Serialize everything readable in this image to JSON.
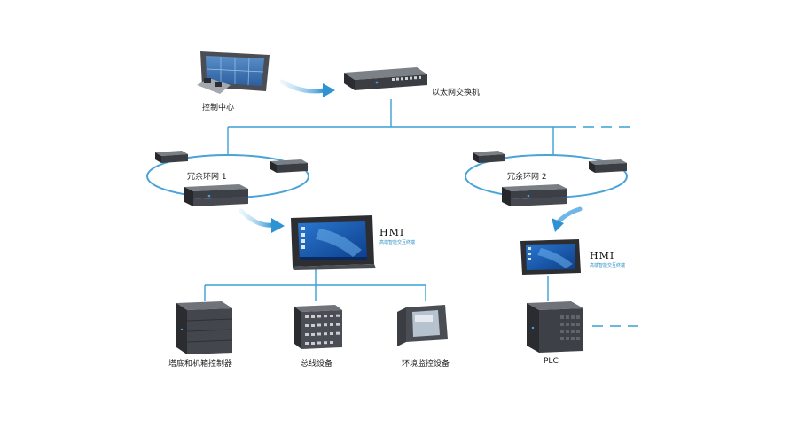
{
  "labels": {
    "control_center": "控制中心",
    "ethernet_switch": "以太网交换机",
    "ring1": "冗余环网 1",
    "ring2": "冗余环网 2",
    "hmi1_title": "HMI",
    "hmi1_sub": "高端智能交互终端",
    "hmi2_title": "HMI",
    "hmi2_sub": "高端智能交互终端",
    "chassis_controller": "塔底和机箱控制器",
    "bus_device": "总线设备",
    "env_monitor": "环境监控设备",
    "plc": "PLC"
  },
  "colors": {
    "line": "#3a9fd6",
    "device_dark": "#3d4046",
    "device_mid": "#565a61",
    "screen_blue": "#1c5fb4",
    "ring": "#4aa3d8"
  },
  "icons": {
    "control_center": "video-wall-icon",
    "switch": "ethernet-switch-icon",
    "hmi": "hmi-panel-icon",
    "controller": "cabinet-controller-icon",
    "bus": "bus-io-icon",
    "env": "environment-monitor-icon",
    "plc": "plc-icon"
  }
}
